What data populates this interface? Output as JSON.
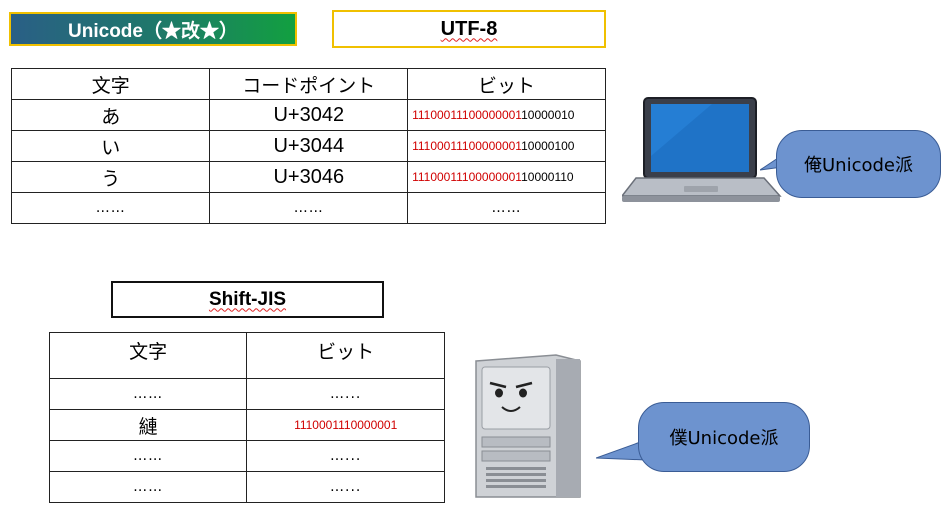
{
  "headers": {
    "unicode": "Unicode（★改★）",
    "utf8": "UTF-8",
    "sjis": "Shift-JIS"
  },
  "utf8_table": {
    "columns": [
      "文字",
      "コードポイント",
      "ビット"
    ],
    "rows": [
      {
        "char": "あ",
        "codepoint": "U+3042",
        "bits_red": "11100011100000001",
        "bits_black": "10000010"
      },
      {
        "char": "い",
        "codepoint": "U+3044",
        "bits_red": "11100011100000001",
        "bits_black": "10000100"
      },
      {
        "char": "う",
        "codepoint": "U+3046",
        "bits_red": "11100011100000001",
        "bits_black": "10000110"
      },
      {
        "char": "……",
        "codepoint": "……",
        "bits_red": "",
        "bits_black": "……"
      }
    ]
  },
  "sjis_table": {
    "columns": [
      "文字",
      "ビット"
    ],
    "rows": [
      {
        "char": "……",
        "bits": "…..."
      },
      {
        "char": "縺",
        "bits": "1110001110000001"
      },
      {
        "char": "……",
        "bits": "…..."
      },
      {
        "char": "……",
        "bits": "…..."
      }
    ]
  },
  "bubbles": {
    "laptop": "俺Unicode派",
    "server": "僕Unicode派"
  },
  "colors": {
    "red_bits": "#d00000",
    "bubble": "#6d93cf",
    "header_border": "#f0c000",
    "laptop_screen": "#1f73c7"
  },
  "icons": [
    "laptop-icon",
    "server-icon"
  ]
}
